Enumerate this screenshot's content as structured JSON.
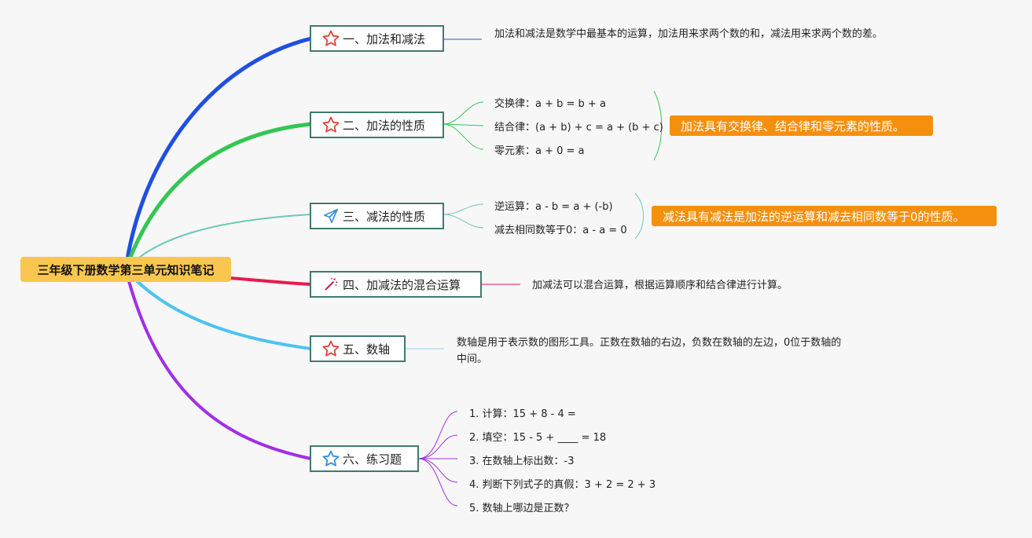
{
  "root": {
    "title": "三年级下册数学第三单元知识笔记",
    "color": "#f9c74f"
  },
  "branches": [
    {
      "label": "一、加法和减法",
      "icon": "star-outline-icon",
      "line_color": "#1f4fe0",
      "note": "加法和减法是数学中最基本的运算，加法用来求两个数的和，减法用来求两个数的差。"
    },
    {
      "label": "二、加法的性质",
      "icon": "star-outline-icon",
      "line_color": "#33c653",
      "items": [
        "交换律：a + b = b + a",
        "结合律：(a + b) + c = a + (b + c)",
        "零元素：a + 0 = a"
      ],
      "summary": "加法具有交换律、结合律和零元素的性质。"
    },
    {
      "label": "三、减法的性质",
      "icon": "paper-plane-icon",
      "line_color": "#6cc8b8",
      "items": [
        "逆运算：a - b = a + (-b)",
        "减去相同数等于0：a - a = 0"
      ],
      "summary": "减法具有减法是加法的逆运算和减去相同数等于0的性质。"
    },
    {
      "label": "四、加减法的混合运算",
      "icon": "magic-wand-icon",
      "line_color": "#e51c4f",
      "note": "加减法可以混合运算，根据运算顺序和结合律进行计算。"
    },
    {
      "label": "五、数轴",
      "icon": "star-outline-icon",
      "line_color": "#4dc3ee",
      "note": "数轴是用于表示数的图形工具。正数在数轴的右边，负数在数轴的左边，0位于数轴的中间。"
    },
    {
      "label": "六、练习题",
      "icon": "star-outline-icon",
      "line_color": "#a22ee6",
      "items": [
        "1. 计算：15 + 8 - 4 =",
        "2. 填空：15 - 5 + ____ = 18",
        "3. 在数轴上标出数：-3",
        "4. 判断下列式子的真假：3 + 2 = 2 + 3",
        "5. 数轴上哪边是正数？"
      ]
    }
  ],
  "colors": {
    "callout": "#f5900f",
    "node_border": "#3f7a6e"
  }
}
